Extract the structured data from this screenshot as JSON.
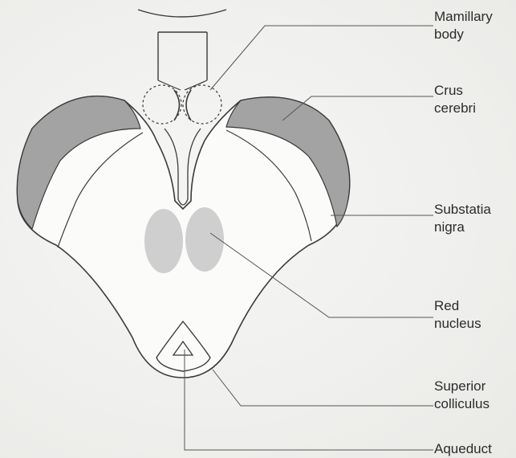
{
  "labels": {
    "mamillary_body": "Mamillary\nbody",
    "crus_cerebri": "Crus\ncerebri",
    "substantia_nigra": "Substatia\nnigra",
    "red_nucleus": "Red\nnucleus",
    "superior_colliculus": "Superior\ncolliculus",
    "aqueduct": "Aqueduct"
  },
  "colors": {
    "outline": "#3a3a3a",
    "crus_fill": "#a3a3a3",
    "red_nucleus_fill": "#cfcfcf",
    "leader_line": "#555555",
    "background": "#f1f1ef"
  }
}
